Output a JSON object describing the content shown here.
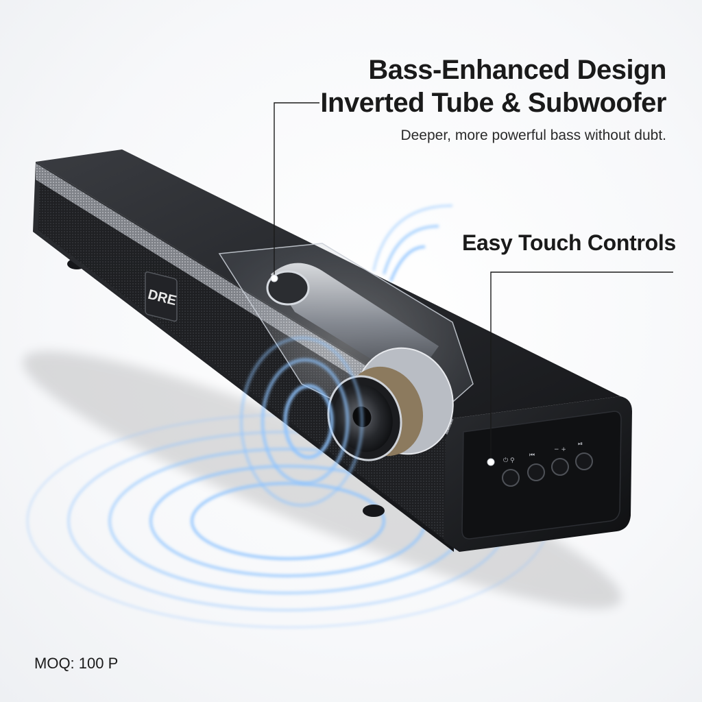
{
  "feature_bass": {
    "title_line1": "Bass-Enhanced Design",
    "title_line2": "Inverted Tube & Subwoofer",
    "description": "Deeper, more powerful bass without dubt."
  },
  "feature_controls": {
    "title": "Easy Touch Controls"
  },
  "brand": {
    "logo_text": "DRE"
  },
  "footer": {
    "moq": "MOQ: 100 P"
  },
  "colors": {
    "body": "#1c1d20",
    "wave": "#8fc4ff",
    "logo_accent": "#d9462f"
  }
}
